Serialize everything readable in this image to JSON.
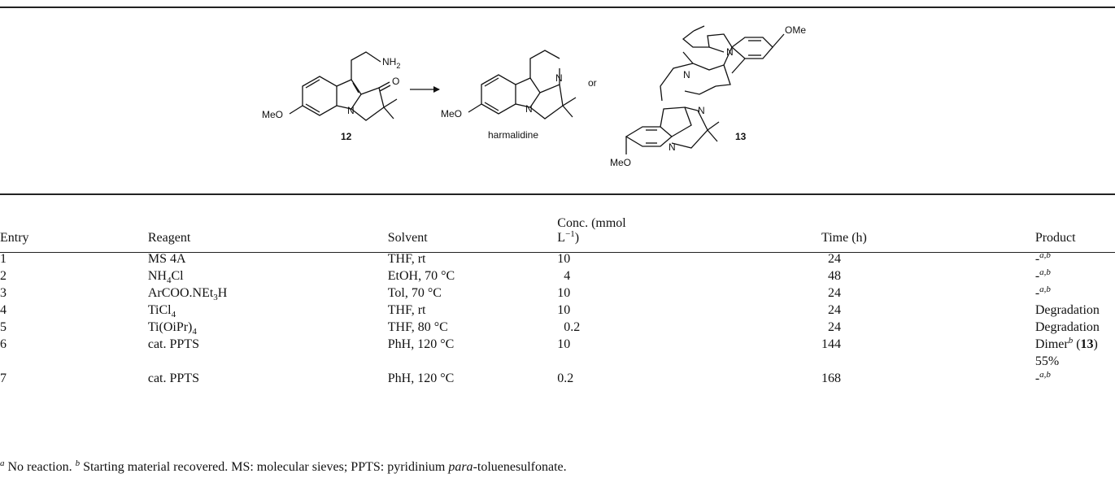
{
  "scheme": {
    "labels": {
      "start_substituent": "NH",
      "start_substituent_sub": "2",
      "carbonyl_o": "O",
      "meo_1": "MeO",
      "n_1": "N",
      "compound_12": "12",
      "meo_2": "MeO",
      "n_2": "N",
      "n_3": "N",
      "product_name": "harmalidine",
      "or": "or",
      "ome_top": "OMe",
      "n_top_ring": "N",
      "n_top_imine": "N",
      "n_bottom_imine": "N",
      "n_bottom_ring": "N",
      "meo_bottom": "MeO",
      "compound_13": "13"
    }
  },
  "table": {
    "headers": {
      "entry": "Entry",
      "reagent": "Reagent",
      "solvent": "Solvent",
      "conc_line1": "Conc. (mmol",
      "conc_line2_prefix": "L",
      "conc_line2_sup": "−1",
      "conc_line2_suffix": ")",
      "time": "Time (h)",
      "product": "Product"
    },
    "rows": [
      {
        "entry": "1",
        "reagent": "MS 4A",
        "reagent_sub": "",
        "reagent_suffix": "",
        "solvent": "THF, rt",
        "conc": "10",
        "time": "24",
        "product": "-",
        "product_sup": "a,b"
      },
      {
        "entry": "2",
        "reagent": "NH",
        "reagent_sub": "4",
        "reagent_suffix": "Cl",
        "solvent": "EtOH, 70 °C",
        "conc": "4",
        "time": "48",
        "product": "-",
        "product_sup": "a,b"
      },
      {
        "entry": "3",
        "reagent": "ArCOO.NEt",
        "reagent_sub": "3",
        "reagent_suffix": "H",
        "solvent": "Tol, 70 °C",
        "conc": "10",
        "time": "24",
        "product": "-",
        "product_sup": "a,b"
      },
      {
        "entry": "4",
        "reagent": "TiCl",
        "reagent_sub": "4",
        "reagent_suffix": "",
        "solvent": "THF, rt",
        "conc": "10",
        "time": "24",
        "product": "Degradation",
        "product_sup": ""
      },
      {
        "entry": "5",
        "reagent": "Ti(OiPr)",
        "reagent_sub": "4",
        "reagent_suffix": "",
        "solvent": "THF, 80 °C",
        "conc": "0.2",
        "time": "24",
        "product": "Degradation",
        "product_sup": ""
      },
      {
        "entry": "6",
        "reagent": "cat. PPTS",
        "reagent_sub": "",
        "reagent_suffix": "",
        "solvent": "PhH, 120 °C",
        "conc": "10",
        "time": "144",
        "product": "Dimer",
        "product_sup": "b",
        "product_extra": " (",
        "product_bold": "13",
        "product_close": ")",
        "product_line2": "55%"
      },
      {
        "entry": "7",
        "reagent": "cat. PPTS",
        "reagent_sub": "",
        "reagent_suffix": "",
        "solvent": "PhH, 120 °C",
        "conc": "0.2",
        "time": "168",
        "product": "-",
        "product_sup": "a,b"
      }
    ]
  },
  "footnote": {
    "a_mark": "a",
    "a_text": " No reaction. ",
    "b_mark": "b",
    "b_text": " Starting material recovered. MS: molecular sieves; PPTS: pyridinium ",
    "italic": "para",
    "tail": "-toluenesulfonate."
  }
}
